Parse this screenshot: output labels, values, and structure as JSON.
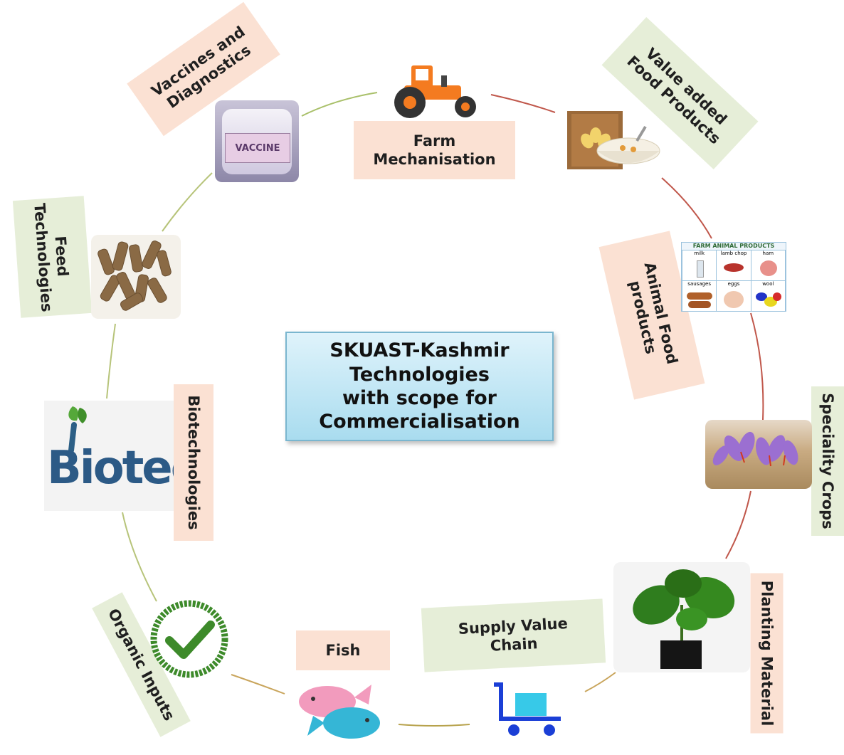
{
  "center_title": "SKUAST-Kashmir\nTechnologies\nwith scope for\nCommercialisation",
  "nodes": {
    "farm_mechanisation": "Farm\nMechanisation",
    "value_added_food": "Value added\nFood Products",
    "animal_food": "Animal Food\nproducts",
    "speciality_crops": "Speciality Crops",
    "planting_material": "Planting Material",
    "supply_value_chain": "Supply Value\nChain",
    "fish": "Fish",
    "organic_inputs": "Organic Inputs",
    "biotechnologies": "Biotechnologies",
    "feed_technologies": "Feed\nTechnologies",
    "vaccines_diagnostics": "Vaccines and\nDiagnostics"
  },
  "image_text": {
    "vaccine_label": "VACCINE",
    "biotech_logo": "Biotech",
    "animal_products_header": "FARM ANIMAL PRODUCTS",
    "animal_products_cells": [
      "milk",
      "lamb chop",
      "ham",
      "sausages",
      "eggs",
      "wool"
    ]
  },
  "colors": {
    "peach": "#fbe1d3",
    "light_green": "#e6eed8",
    "center_fill": "#bfe6f5",
    "link_red": "#c0574b",
    "link_olive": "#b7c47a",
    "link_tan": "#c9a55c"
  }
}
